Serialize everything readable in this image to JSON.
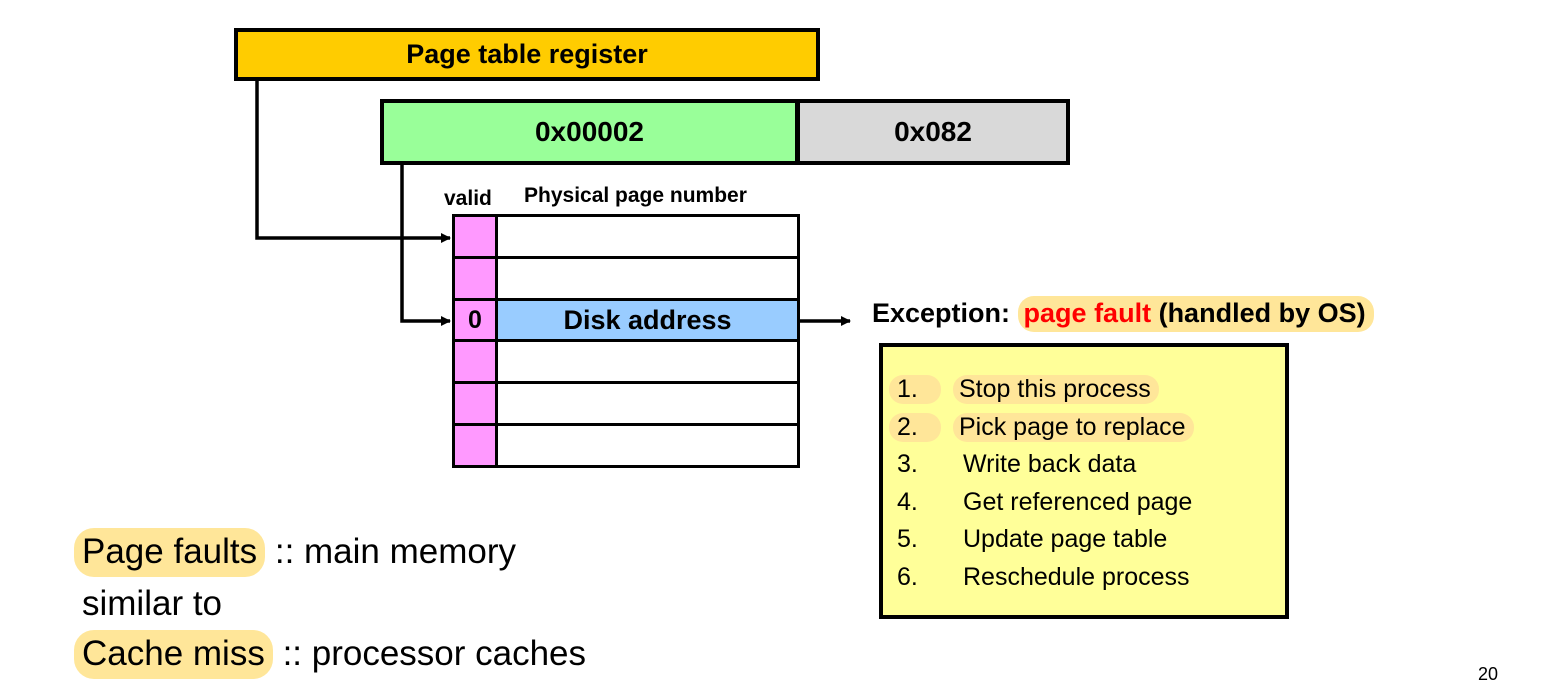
{
  "diagram": {
    "page_table_register": "Page table register",
    "virtual_address": {
      "vpn": "0x00002",
      "offset": "0x082"
    },
    "page_table": {
      "header_valid": "valid",
      "header_ppn": "Physical page number",
      "rows": [
        {
          "valid": "",
          "entry": ""
        },
        {
          "valid": "",
          "entry": ""
        },
        {
          "valid": "0",
          "entry": "Disk address"
        },
        {
          "valid": "",
          "entry": ""
        },
        {
          "valid": "",
          "entry": ""
        },
        {
          "valid": "",
          "entry": ""
        }
      ]
    },
    "exception": {
      "prefix": "Exception:",
      "highlight": "page fault",
      "suffix": "(handled by OS)"
    },
    "steps": [
      {
        "num": "1.",
        "text": "Stop this process"
      },
      {
        "num": "2.",
        "text": "Pick page to replace"
      },
      {
        "num": "3.",
        "text": "Write back data"
      },
      {
        "num": "4.",
        "text": "Get referenced page"
      },
      {
        "num": "5.",
        "text": "Update page table"
      },
      {
        "num": "6.",
        "text": "Reschedule process"
      }
    ]
  },
  "notes": {
    "line1_term": "Page faults",
    "line1_rest": ":: main memory",
    "line2": "similar to",
    "line3_term": "Cache miss",
    "line3_rest": ":: processor caches"
  },
  "slide_number": "20",
  "colors": {
    "register": "#ffcc00",
    "vpn": "#99ff99",
    "offset": "#d9d9d9",
    "valid_bit": "#ff99ff",
    "disk_address": "#99ccff",
    "steps_box": "#ffff99",
    "highlight": "#ffe699",
    "fault_text": "#ff0000"
  }
}
